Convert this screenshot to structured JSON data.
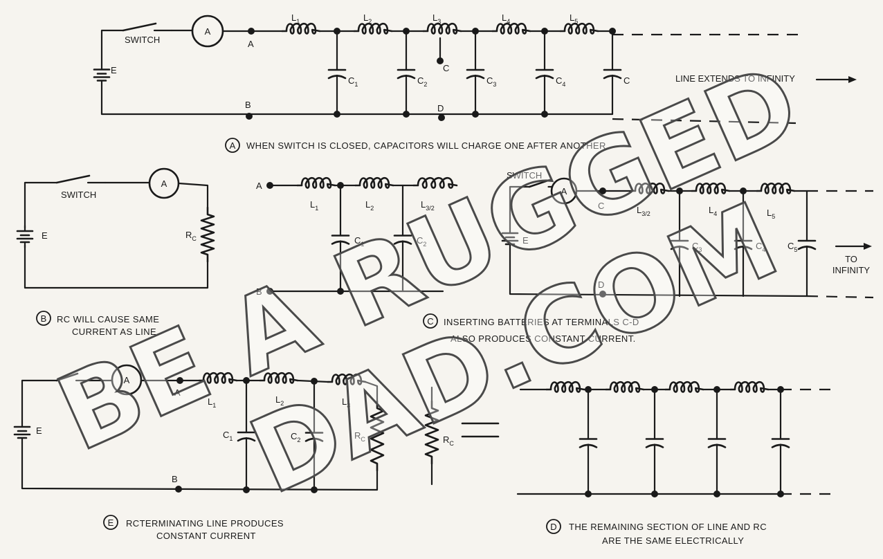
{
  "diagram_a": {
    "switch": "SWITCH",
    "ammeter": "A",
    "battery": "E",
    "node_a": "A",
    "node_b": "B",
    "node_c": "C",
    "node_d": "D",
    "inductors": [
      "L1",
      "L2",
      "L3",
      "L4",
      "L5"
    ],
    "capacitors": [
      "C1",
      "C2",
      "C3",
      "C4",
      "C"
    ],
    "line_note": "LINE EXTENDS TO INFINITY",
    "caption_letter": "A",
    "caption": "WHEN SWITCH IS CLOSED,  CAPACITORS WILL CHARGE ONE AFTER ANOTHER"
  },
  "diagram_b": {
    "switch": "SWITCH",
    "ammeter": "A",
    "battery": "E",
    "resistor": "RC",
    "caption_letter": "B",
    "caption_line1": "RC WILL CAUSE SAME",
    "caption_line2": "CURRENT AS LINE"
  },
  "diagram_c_left": {
    "node_a": "A",
    "node_b": "B",
    "inductors": [
      "L1",
      "L2",
      "L3/2"
    ],
    "capacitors": [
      "C1",
      "C2"
    ]
  },
  "diagram_c_right": {
    "switch": "SWITCH",
    "ammeter": "A",
    "battery": "E",
    "node_c": "C",
    "node_d": "D",
    "inductors": [
      "L3/2",
      "L4",
      "L5"
    ],
    "capacitors": [
      "C3",
      "C4",
      "C5"
    ],
    "to_line1": "TO",
    "to_line2": "INFINITY",
    "caption_letter": "C",
    "caption_line1": "INSERTING BATTERIES AT TERMINALS C-D",
    "caption_line2": "ALSO PRODUCES CONSTANT CURRENT."
  },
  "diagram_e": {
    "ammeter": "A",
    "battery": "E",
    "node_a": "A",
    "node_b": "B",
    "inductors": [
      "L1",
      "L2",
      "L3"
    ],
    "capacitors": [
      "C1",
      "C2"
    ],
    "resistor": "RC",
    "caption_letter": "E",
    "caption_line1": "RCTERMINATING LINE PRODUCES",
    "caption_line2": "CONSTANT CURRENT"
  },
  "diagram_d": {
    "resistor": "RC",
    "caption_letter": "D",
    "caption_line1": "THE REMAINING SECTION OF LINE AND RC",
    "caption_line2": "ARE THE SAME ELECTRICALLY"
  },
  "watermark": {
    "line1": "BE A RUGGED",
    "line2": "DAD.COM"
  }
}
